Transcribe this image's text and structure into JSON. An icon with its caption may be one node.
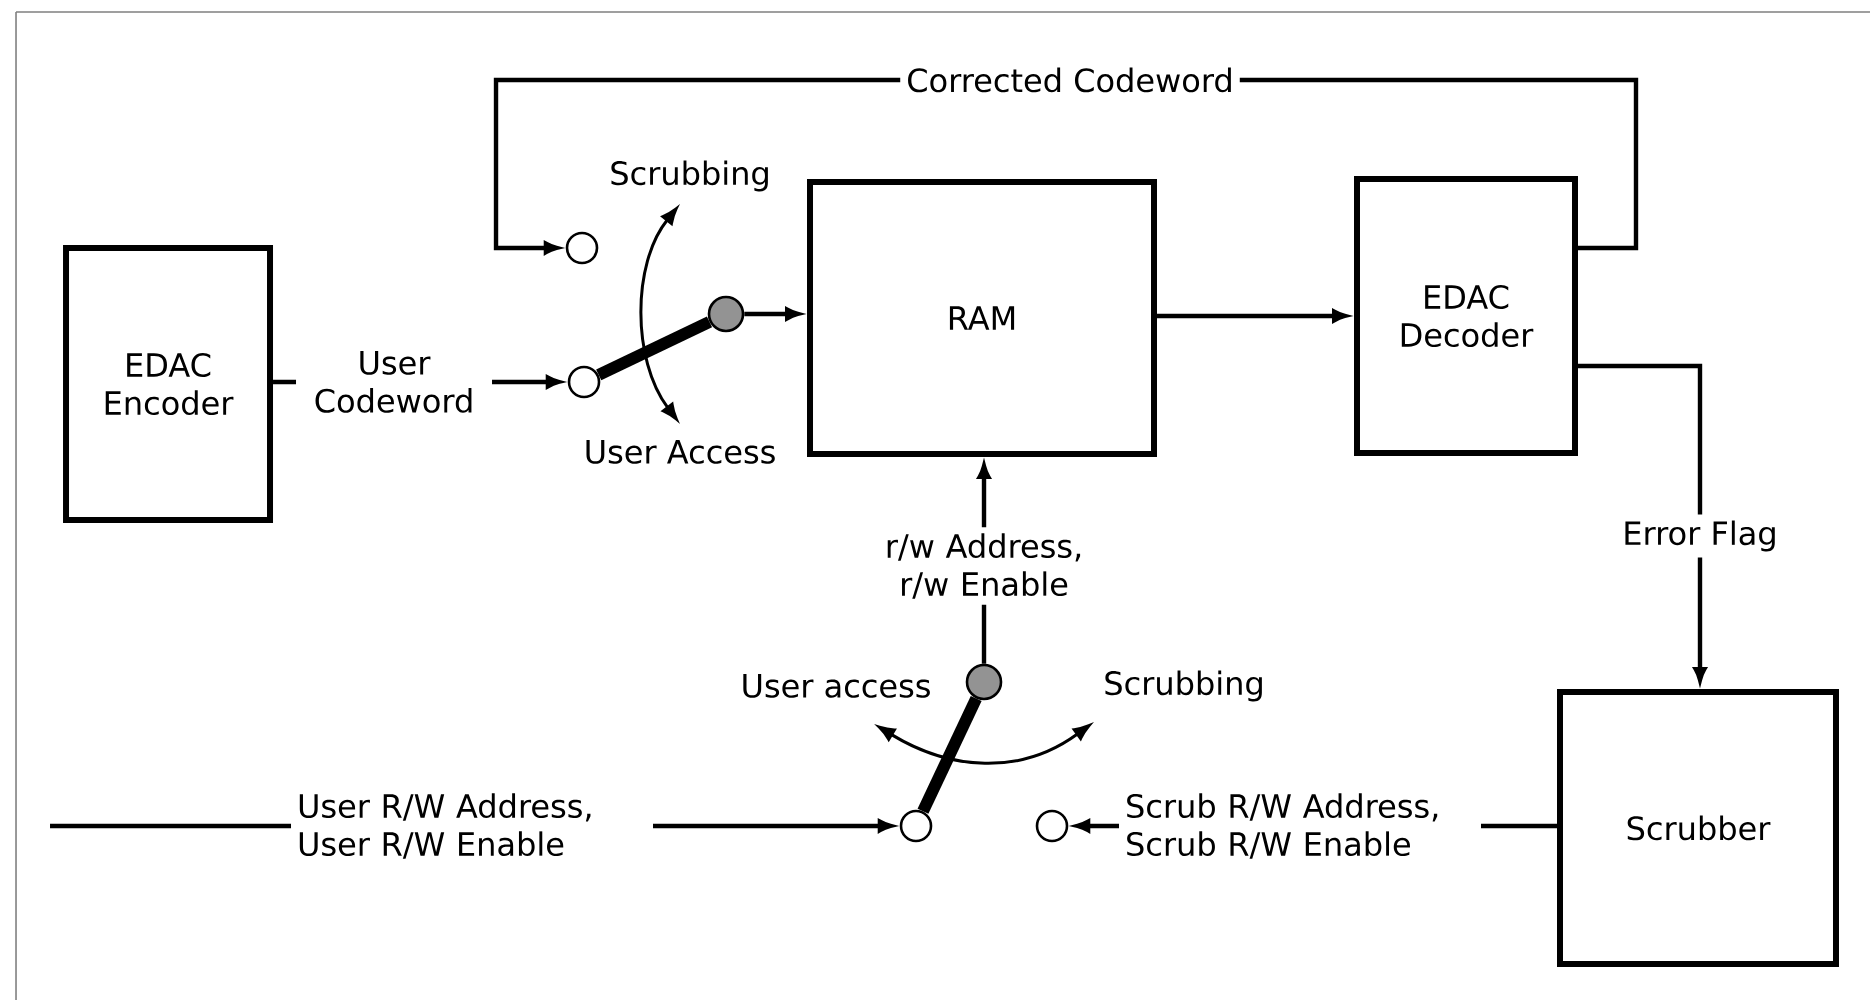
{
  "diagram": {
    "nodes": [
      {
        "text": [
          "EDAC Encoder"
        ]
      },
      {
        "text": [
          "RAM"
        ]
      },
      {
        "text": [
          "EDAC Decoder"
        ]
      },
      {
        "text": [
          "Scrubber"
        ]
      },
      {
        "text": [],
        "shape": "circle"
      },
      {
        "text": [],
        "shape": "circle"
      },
      {
        "text": [],
        "shape": "circle"
      },
      {
        "text": [],
        "shape": "circle"
      },
      {
        "text": [],
        "shape": "circle"
      },
      {
        "text": [],
        "shape": "circle"
      }
    ],
    "edges": [
      {
        "from": 0,
        "to": 5,
        "arrow": "to",
        "label": "User Codeword"
      },
      {
        "from": 5,
        "to": 6,
        "arrow": "none",
        "style": "thick"
      },
      {
        "from": 6,
        "to": 1,
        "arrow": "to"
      },
      {
        "from": 1,
        "to": 2,
        "arrow": "to"
      },
      {
        "from": 2,
        "to": 4,
        "arrow": "to",
        "label": "Corrected Codeword"
      },
      {
        "from": 2,
        "to": 3,
        "arrow": "to",
        "label": "Error Flag"
      },
      {
        "from": 7,
        "to": 1,
        "arrow": "to",
        "label": "r/w Address, r/w Enable"
      },
      {
        "from": 8,
        "to": 7,
        "arrow": "none",
        "style": "thick"
      },
      {
        "from": null,
        "to": 8,
        "arrow": "to",
        "label": "User R/W Address, User R/W Enable"
      },
      {
        "from": 3,
        "to": 9,
        "arrow": "to",
        "label": "Scrub R/W Address, Scrub R/W Enable"
      }
    ],
    "labels": [
      "Scrubbing",
      "User Access",
      "User access",
      "Scrubbing"
    ]
  }
}
